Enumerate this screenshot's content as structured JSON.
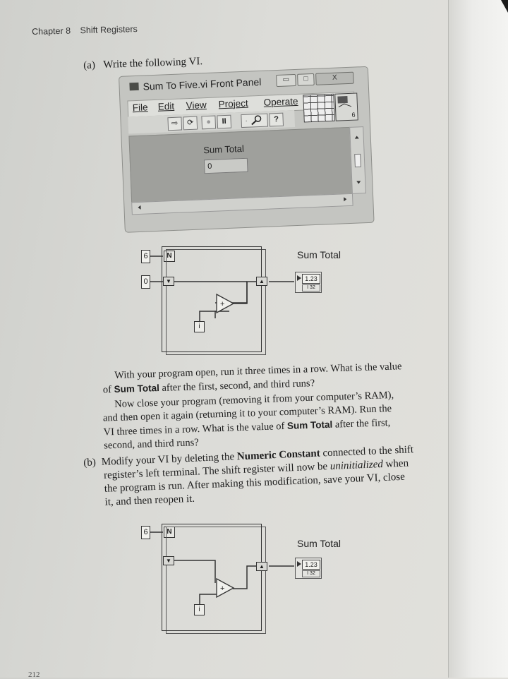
{
  "header": {
    "chapter": "Chapter 8",
    "title": "Shift Registers"
  },
  "part_a": {
    "label": "(a)",
    "instruction": "Write the following VI."
  },
  "front_panel": {
    "window_title": "Sum To Five.vi Front Panel",
    "window_buttons": {
      "minimize": "▭",
      "maximize": "□",
      "close": "X"
    },
    "menus": [
      "File",
      "Edit",
      "View",
      "Project",
      "Operate"
    ],
    "vi_icon_number": "6",
    "toolbar_glyphs": [
      "⇨",
      "⟳",
      "●",
      "II",
      "·",
      "?"
    ],
    "indicator_label": "Sum Total",
    "indicator_value": "0"
  },
  "diagram1": {
    "count_constant": "6",
    "count_terminal": "N",
    "init_constant": "0",
    "iteration_terminal": "i",
    "indicator_label": "Sum Total",
    "indicator_value": "1.23",
    "indicator_type": "I 32",
    "add_symbol": "+"
  },
  "paragraphs": {
    "p1_l1": "With your program open, run it three times in a row. What is the value",
    "p1_l2_pre": "of ",
    "p1_l2_bold": "Sum Total",
    "p1_l2_post": " after the first, second, and third runs?",
    "p2_l1": "Now close your program (removing it from your computer’s RAM),",
    "p2_l2": "and then open it again (returning it to your computer’s RAM). Run the",
    "p2_l3_pre": "VI three times in a row. What is the value of ",
    "p2_l3_bold": "Sum Total",
    "p2_l3_post": " after the first,",
    "p2_l4": "second, and third runs?"
  },
  "part_b": {
    "label": "(b)",
    "l1_pre": "Modify your VI by deleting the ",
    "l1_bold": "Numeric Constant",
    "l1_post": " connected to the shift",
    "l2_pre": "register’s left terminal. The shift register will now be ",
    "l2_italic": "uninitialized",
    "l2_post": " when",
    "l3": "the program is run. After making this modification, save your VI, close",
    "l4": "it, and then reopen it."
  },
  "diagram2": {
    "count_constant": "6",
    "count_terminal": "N",
    "iteration_terminal": "i",
    "indicator_label": "Sum Total",
    "indicator_value": "1.23",
    "indicator_type": "I 32",
    "add_symbol": "+"
  },
  "page_number": "212"
}
